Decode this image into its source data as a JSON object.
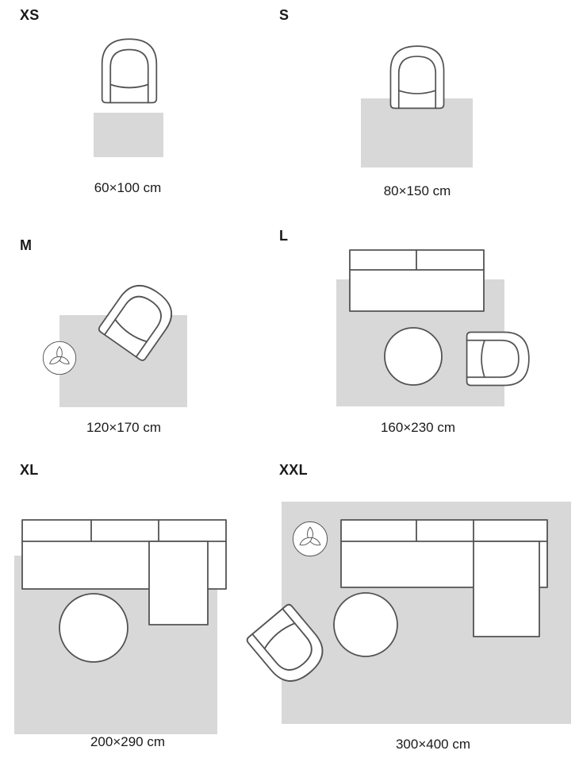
{
  "page": {
    "background": "#ffffff",
    "description": "Rug size guide"
  },
  "colors": {
    "rug": "#d8d8d8",
    "outline": "#535353",
    "furniture_fill": "#ffffff",
    "text": "#1a1a1a"
  },
  "sizes": [
    {
      "id": "xs",
      "label": "XS",
      "dimensions": "60×100 cm"
    },
    {
      "id": "s",
      "label": "S",
      "dimensions": "80×150 cm"
    },
    {
      "id": "m",
      "label": "M",
      "dimensions": "120×170 cm"
    },
    {
      "id": "l",
      "label": "L",
      "dimensions": "160×230 cm"
    },
    {
      "id": "xl",
      "label": "XL",
      "dimensions": "200×290 cm"
    },
    {
      "id": "xxl",
      "label": "XXL",
      "dimensions": "300×400 cm"
    }
  ]
}
